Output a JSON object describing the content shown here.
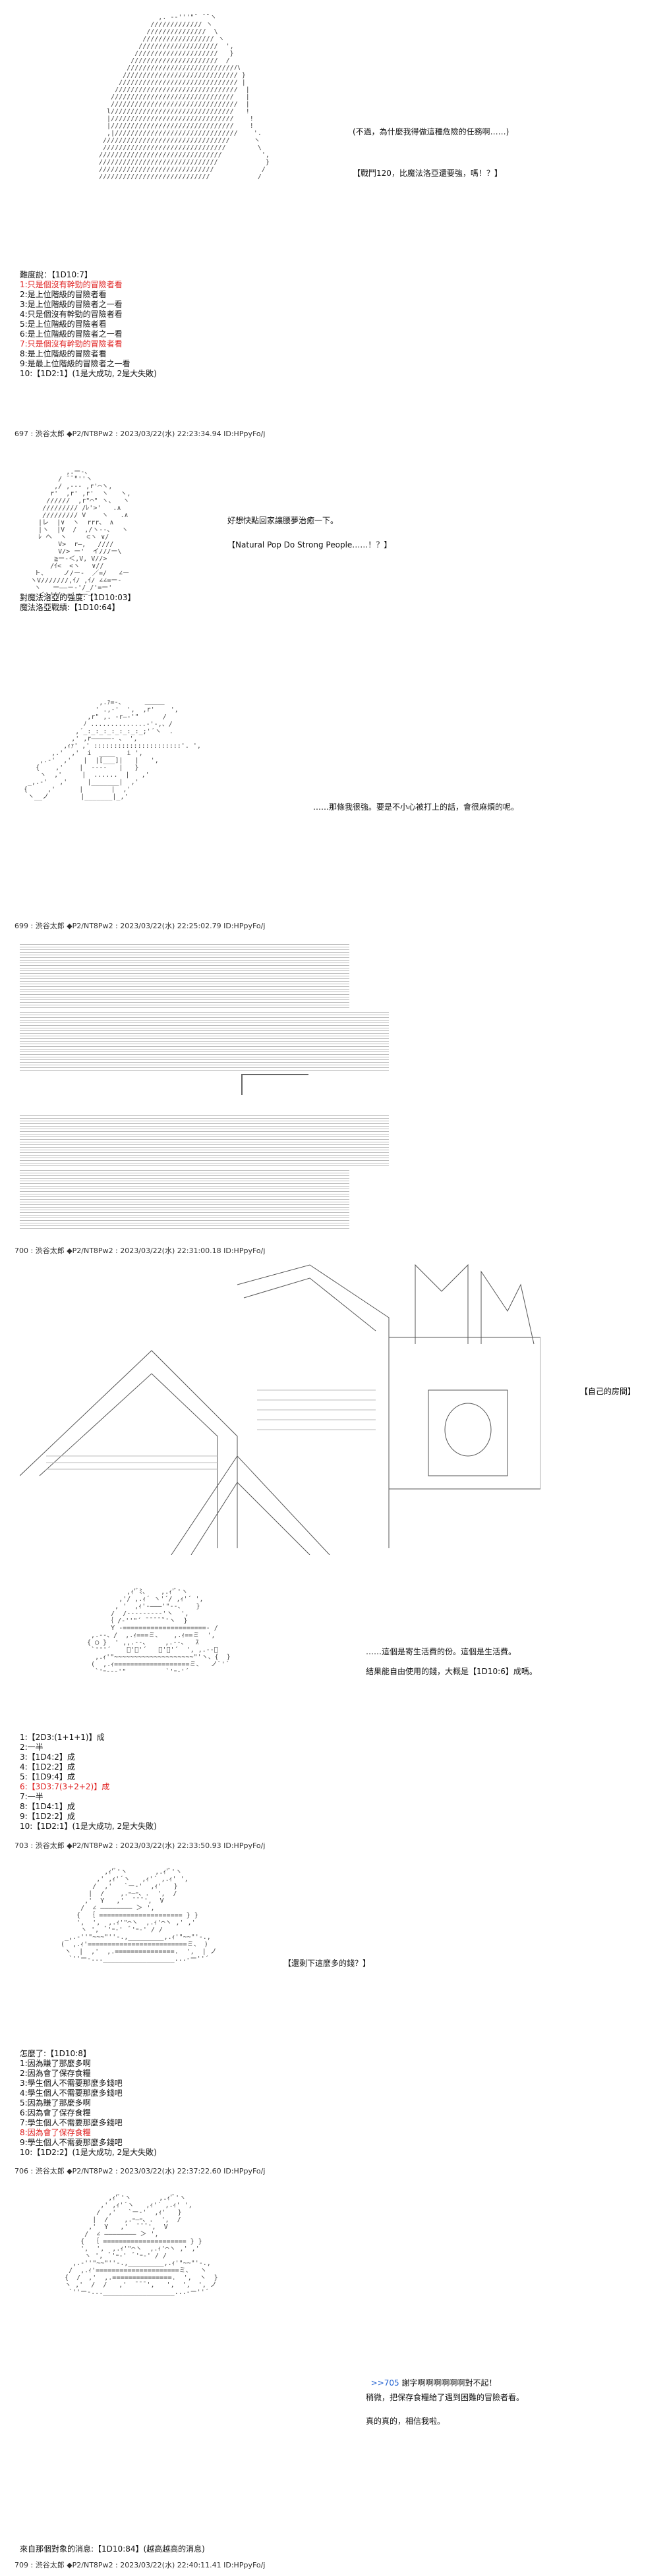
{
  "block1": {
    "speech1": "(不過，為什麼我得做這種危險的任務啊……)",
    "speech2": "【戰鬥120，比魔法洛亞還要強，嗎！？】",
    "dice_title": "難度說：【1D10:7】",
    "options": [
      "1:只是個沒有幹勁的冒險者看",
      "2:是上位階級的冒險者看",
      "3:是上位階級的冒險者之一看",
      "4:只是個沒有幹勁的冒險者看",
      "5:是上位階級的冒險者看",
      "6:是上位階級的冒險者之一看",
      "7:只是個沒有幹勁的冒險者看",
      "8:是上位階級的冒險者看",
      "9:是最上位階級的冒險者之一看",
      "10:【1D2:1】(1是大成功, 2是大失敗)"
    ],
    "post": "697 : 渋谷太郎 ◆P2/NT8Pw2 : 2023/03/22(水) 22:23:34.94 ID:HPpyFo/j"
  },
  "block2": {
    "speech1": "好想快點回家讓腰夢治癒一下。",
    "speech2": "【Natural Pop Do Strong People……！？】",
    "stats1": "對魔法洛亞的強度:【1D10:03】",
    "stats2": "魔法洛亞戰績:【1D10:64】"
  },
  "block3": {
    "speech1": "……那條我很強。要是不小心被打上的話，會很麻煩的呢。",
    "post": "699 : 渋谷太郎 ◆P2/NT8Pw2 : 2023/03/22(水) 22:25:02.79 ID:HPpyFo/j"
  },
  "block4": {
    "post": "700 : 渋谷太郎 ◆P2/NT8Pw2 : 2023/03/22(水) 22:31:00.18 ID:HPpyFo/j"
  },
  "block5": {
    "label": "【自己的房間】"
  },
  "block6": {
    "speech1": "……這個是寄生活費的份。這個是生活費。",
    "speech2": "結果能自由使用的錢，大概是【1D10:6】成嗎。",
    "options": [
      "1:【2D3:(1+1+1)】成",
      "2:一半",
      "3:【1D4:2】成",
      "4:【1D2:2】成",
      "5:【1D9:4】成",
      "6:【3D3:7(3+2+2)】成",
      "7:一半",
      "8:【1D4:1】成",
      "9:【1D2:2】成",
      "10:【1D2:1】(1是大成功, 2是大失敗)"
    ],
    "post": "703 : 渋谷太郎 ◆P2/NT8Pw2 : 2023/03/22(水) 22:33:50.93 ID:HPpyFo/j"
  },
  "block7": {
    "speech1": "【還剩下這麼多的錢？】",
    "dice_title": "怎麼了:【1D10:8】",
    "options": [
      "1:因為賺了那麼多啊",
      "2:因為會了保存食糧",
      "3:學生個人不需要那麼多錢吧",
      "4:學生個人不需要那麼多錢吧",
      "5:因為賺了那麼多啊",
      "6:因為會了保存食糧",
      "7:學生個人不需要那麼多錢吧",
      "8:因為會了保存食糧",
      "9:學生個人不需要那麼多錢吧",
      "10:【1D2:2】(1是大成功, 2是大失敗)"
    ],
    "post": "706 : 渋谷太郎 ◆P2/NT8Pw2 : 2023/03/22(水) 22:37:22.60 ID:HPpyFo/j"
  },
  "block8": {
    "speech1_link": ">>705",
    "speech1_rest": " 謝字啊啊啊啊啊啊對不起！",
    "speech2": "稍微，把保存食糧給了遇到困難的冒險者看。",
    "speech3": "真的真的，相信我啦。",
    "footer1": "來自那個對象的消息:【1D10:84】(越高越高的消息)",
    "post": "709 : 渋谷太郎 ◆P2/NT8Pw2 : 2023/03/22(水) 22:40:11.41 ID:HPpyFo/j"
  }
}
